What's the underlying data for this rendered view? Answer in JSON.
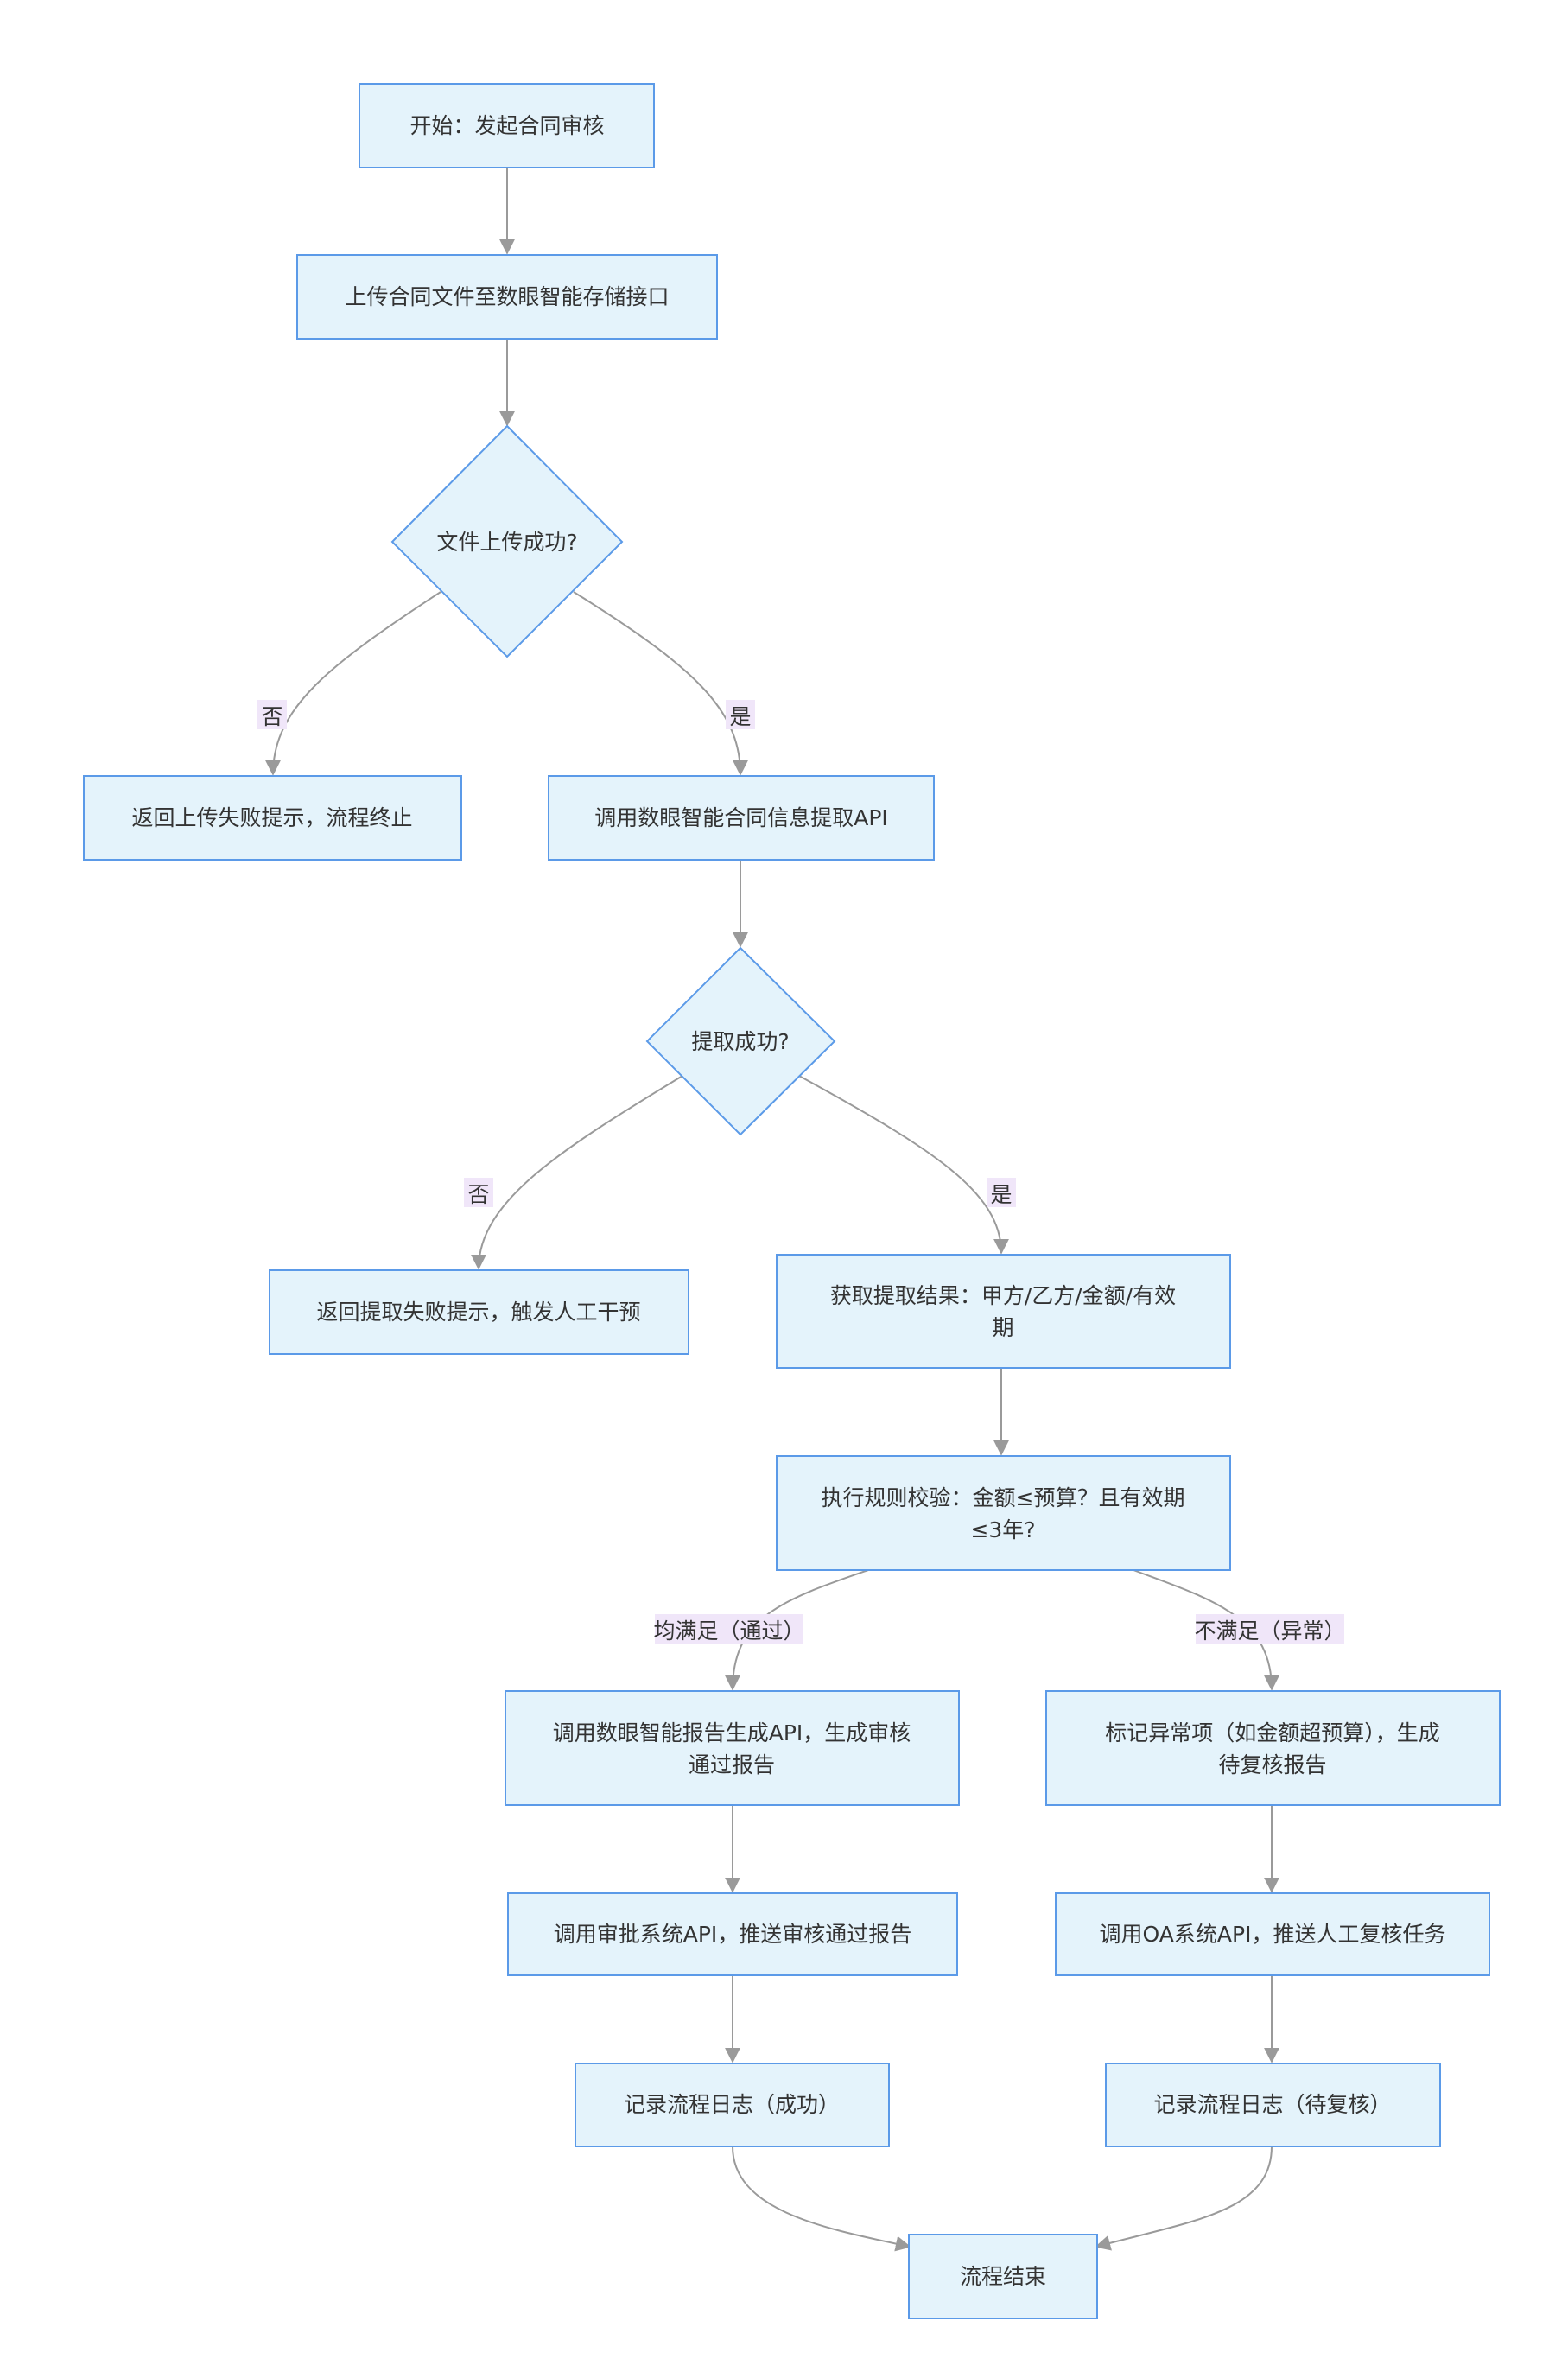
{
  "colors": {
    "node_fill": "#e4f3fb",
    "node_stroke": "#5b9ae8",
    "edge": "#9a9a9a",
    "edge_label_bg": "#f0e6f9",
    "text": "#333333"
  },
  "nodes": {
    "start": {
      "lines": [
        "开始：发起合同审核"
      ]
    },
    "upload": {
      "lines": [
        "上传合同文件至数眼智能存储接口"
      ]
    },
    "upload_ok": {
      "lines": [
        "文件上传成功?"
      ]
    },
    "upload_fail": {
      "lines": [
        "返回上传失败提示，流程终止"
      ]
    },
    "extract_api": {
      "lines": [
        "调用数眼智能合同信息提取API"
      ]
    },
    "extract_ok": {
      "lines": [
        "提取成功?"
      ]
    },
    "extract_fail": {
      "lines": [
        "返回提取失败提示，触发人工干预"
      ]
    },
    "get_result": {
      "lines": [
        "获取提取结果：甲方/乙方/金额/有效",
        "期"
      ]
    },
    "rule_check": {
      "lines": [
        "执行规则校验：金额≤预算？且有效期",
        "≤3年?"
      ]
    },
    "report_api": {
      "lines": [
        "调用数眼智能报告生成API，生成审核",
        "通过报告"
      ]
    },
    "mark_abnormal": {
      "lines": [
        "标记异常项（如金额超预算），生成",
        "待复核报告"
      ]
    },
    "approval_api": {
      "lines": [
        "调用审批系统API，推送审核通过报告"
      ]
    },
    "oa_api": {
      "lines": [
        "调用OA系统API，推送人工复核任务"
      ]
    },
    "log_success": {
      "lines": [
        "记录流程日志（成功）"
      ]
    },
    "log_pending": {
      "lines": [
        "记录流程日志（待复核）"
      ]
    },
    "end": {
      "lines": [
        "流程结束"
      ]
    }
  },
  "edge_labels": {
    "upload_no": "否",
    "upload_yes": "是",
    "extract_no": "否",
    "extract_yes": "是",
    "check_pass": "均满足（通过）",
    "check_fail": "不满足（异常）"
  }
}
